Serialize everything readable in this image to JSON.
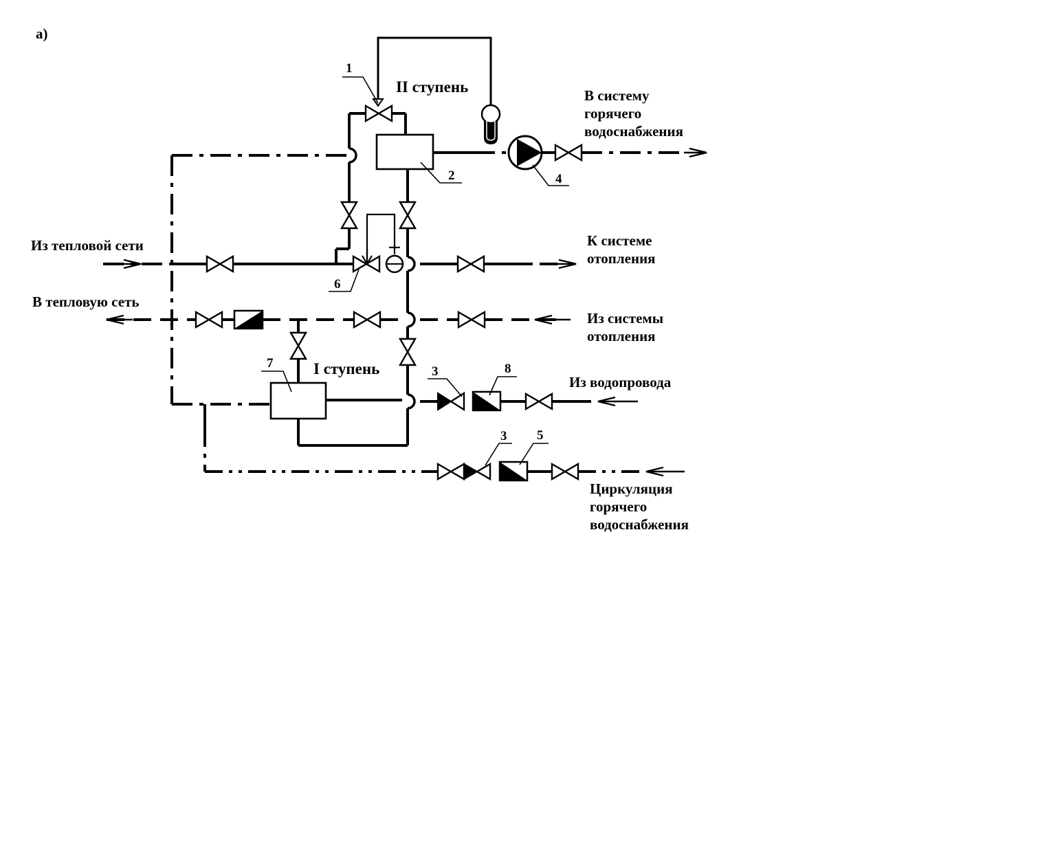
{
  "figure_label": "а)",
  "stages": {
    "stage2": "II ступень",
    "stage1": "I ступень"
  },
  "flows": {
    "to_dhw_line1": "В систему",
    "to_dhw_line2": "горячего",
    "to_dhw_line3": "водоснабжения",
    "from_heat_network": "Из тепловой сети",
    "to_heating_line1": "К системе",
    "to_heating_line2": "отопления",
    "to_heat_network": "В тепловую сеть",
    "from_heating_line1": "Из системы",
    "from_heating_line2": "отопления",
    "from_water_main": "Из водопровода",
    "circulation_line1": "Циркуляция",
    "circulation_line2": "горячего",
    "circulation_line3": "водоснабжения"
  },
  "item_numbers": {
    "regulator_2": "1",
    "heater_2": "2",
    "check_valve_main": "3",
    "check_valve_circ": "3",
    "pump": "4",
    "meter_circ": "5",
    "flow_regulator": "6",
    "heater_1": "7",
    "meter_main": "8"
  },
  "colors": {
    "line": "#000000",
    "background": "#ffffff"
  }
}
